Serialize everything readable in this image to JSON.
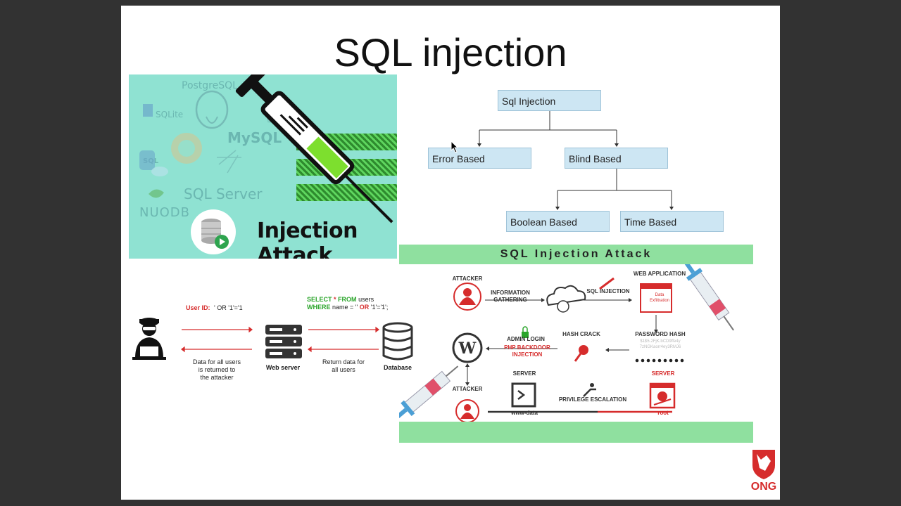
{
  "slide": {
    "title": "SQL injection"
  },
  "illustration": {
    "db_logos": [
      "PostgreSQL",
      "SQLite",
      "MySQL",
      "SQL",
      "SQL Server",
      "NUODB"
    ],
    "caption": "Injection Attack"
  },
  "tree": {
    "root": "Sql Injection",
    "level1": [
      "Error Based",
      "Blind Based"
    ],
    "level2": [
      "Boolean Based",
      "Time Based"
    ]
  },
  "flow": {
    "user_id_label": "User ID:",
    "user_id_value": "' OR '1'='1",
    "query_line1_kw": "SELECT",
    "query_line1_star": "*",
    "query_line1_from": "FROM",
    "query_line1_rest": "users",
    "query_line2_kw": "WHERE",
    "query_line2_mid": "name = ''",
    "query_line2_or": "OR",
    "query_line2_rest": "'1'='1';",
    "web_server": "Web server",
    "database": "Database",
    "return_attacker": [
      "Data for all users",
      "is returned to",
      "the attacker"
    ],
    "return_data": [
      "Return data for",
      "all users"
    ]
  },
  "attack_diagram": {
    "banner": "SQL Injection Attack",
    "attacker": "ATTACKER",
    "info_gathering": [
      "INFORMATION",
      "GATHERING"
    ],
    "sql_injection": "SQL INJECTION",
    "web_application": "WEB APPLICATION",
    "data_exfil": [
      "Data",
      "Exfiltration"
    ],
    "password_hash": "PASSWORD HASH",
    "hash_value": [
      "$1$5.2FjK.bCD9ffe4y",
      "7zNGKaorr4ey3RMJ6"
    ],
    "hash_crack": "HASH CRACK",
    "admin_login": "ADMIN LOGIN",
    "php_backdoor": "PHP BACKDOOR INJECTION",
    "attacker2": "ATTACKER",
    "server": "SERVER",
    "server_red": "SERVER",
    "privilege": "PRIVILEGE ESCALATION",
    "www_data": "www-data",
    "root": "root"
  },
  "brand": {
    "logo_text": "ONG"
  },
  "colors": {
    "teal": "#8fe2d2",
    "green_banner": "#8fe09f",
    "tree_box": "#cde6f3",
    "red": "#d62c2c",
    "query_green": "#2aa52a"
  }
}
